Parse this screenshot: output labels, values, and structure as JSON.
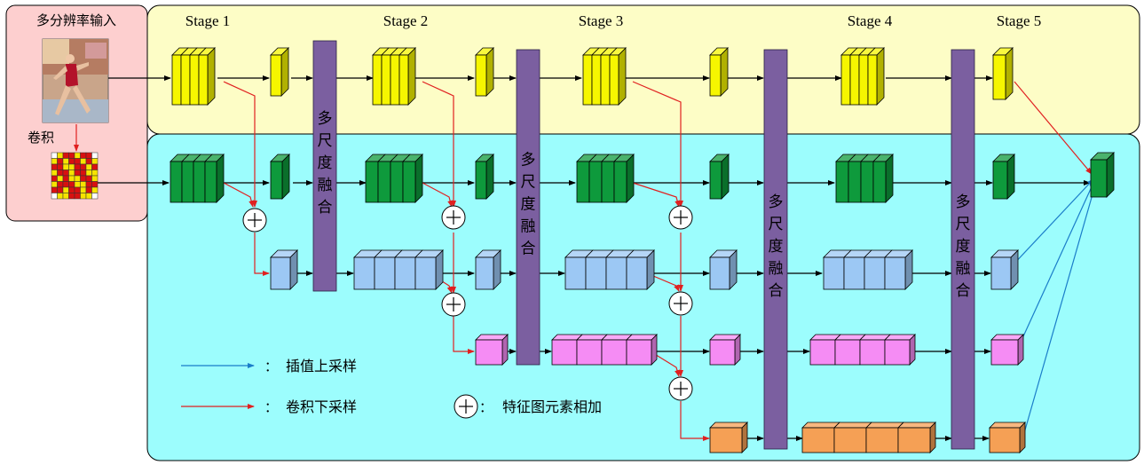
{
  "input": {
    "title": "多分辨率输入",
    "conv_label": "卷积"
  },
  "stages": [
    "Stage 1",
    "Stage 2",
    "Stage 3",
    "Stage 4",
    "Stage 5"
  ],
  "fusion_label_chars": [
    "多",
    "尺",
    "度",
    "融",
    "合"
  ],
  "legend": {
    "upsample_label": "插值上采样",
    "downsample_label": "卷积下采样",
    "add_label": "特征图元素相加",
    "colon": "："
  },
  "colors": {
    "top_panel": "#fdfdc6",
    "bottom_panel": "#9cfdfd",
    "input_panel": "#fdcfcf",
    "fusion": "#7b5fa0",
    "yellow": "#f6f600",
    "green": "#0e9a3c",
    "blue": "#9cc8f4",
    "pink": "#f58cf4",
    "orange": "#f5a055",
    "up_arrow": "#1a7dc9",
    "down_arrow": "#e02020"
  }
}
